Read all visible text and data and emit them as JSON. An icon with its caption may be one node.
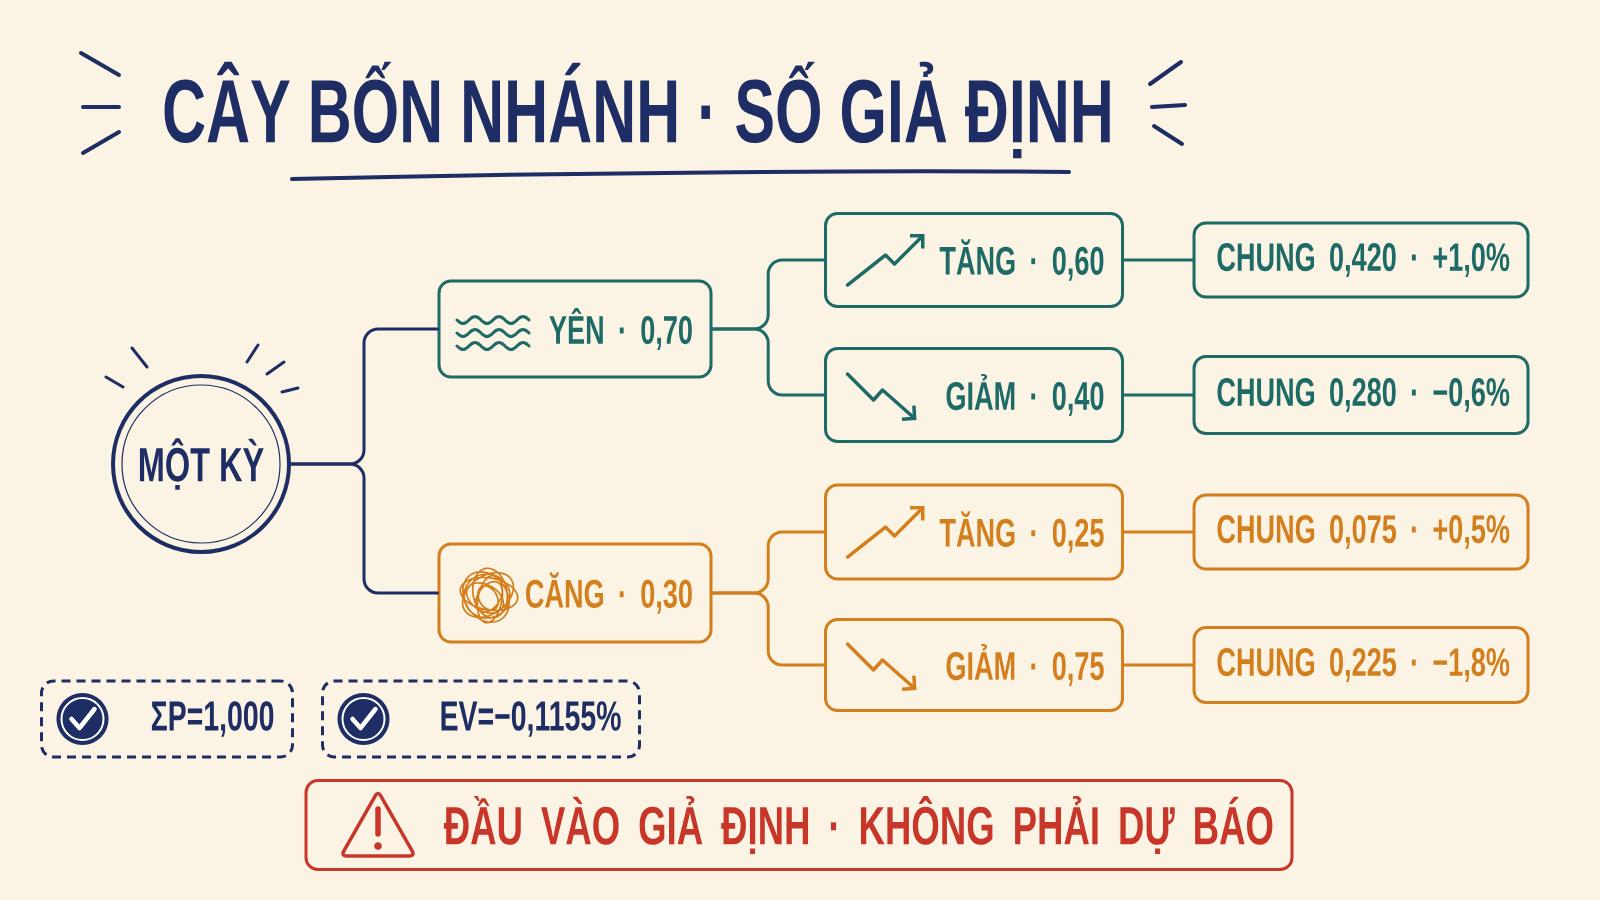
{
  "diagram": {
    "title": "CÂY BỐN NHÁNH · SỐ GIẢ ĐỊNH",
    "nodes": [
      {
        "text": [
          "MỘT KỲ"
        ]
      },
      {
        "text": [
          "YÊN · 0,70"
        ]
      },
      {
        "text": [
          "TĂNG · 0,60"
        ]
      },
      {
        "text": [
          "CHUNG 0,420 · +1,0%"
        ]
      },
      {
        "text": [
          "GIẢM · 0,40"
        ]
      },
      {
        "text": [
          "CHUNG 0,280 · −0,6%"
        ]
      },
      {
        "text": [
          "CĂNG · 0,30"
        ]
      },
      {
        "text": [
          "TĂNG · 0,25"
        ]
      },
      {
        "text": [
          "CHUNG 0,075 · +0,5%"
        ]
      },
      {
        "text": [
          "GIẢM · 0,75"
        ]
      },
      {
        "text": [
          "CHUNG 0,225 · −1,8%"
        ]
      },
      {
        "text": [
          "ΣP=1,000"
        ]
      },
      {
        "text": [
          "EV=−0,1155%"
        ]
      },
      {
        "text": [
          "ĐẦU VÀO GIẢ ĐỊNH · KHÔNG PHẢI DỰ BÁO"
        ]
      }
    ],
    "edges": [
      {
        "from": 0,
        "to": 1,
        "arrow": "none",
        "color": "#1e2d63"
      },
      {
        "from": 0,
        "to": 6,
        "arrow": "none",
        "color": "#1e2d63"
      },
      {
        "from": 1,
        "to": 2,
        "arrow": "none",
        "color": "#1d6a66"
      },
      {
        "from": 1,
        "to": 4,
        "arrow": "none",
        "color": "#1d6a66"
      },
      {
        "from": 2,
        "to": 3,
        "arrow": "none",
        "color": "#1d6a66"
      },
      {
        "from": 4,
        "to": 5,
        "arrow": "none",
        "color": "#1d6a66"
      },
      {
        "from": 6,
        "to": 7,
        "arrow": "none",
        "color": "#d47f1e"
      },
      {
        "from": 6,
        "to": 9,
        "arrow": "none",
        "color": "#d47f1e"
      },
      {
        "from": 7,
        "to": 8,
        "arrow": "none",
        "color": "#d47f1e"
      },
      {
        "from": 9,
        "to": 10,
        "arrow": "none",
        "color": "#d47f1e"
      }
    ]
  }
}
